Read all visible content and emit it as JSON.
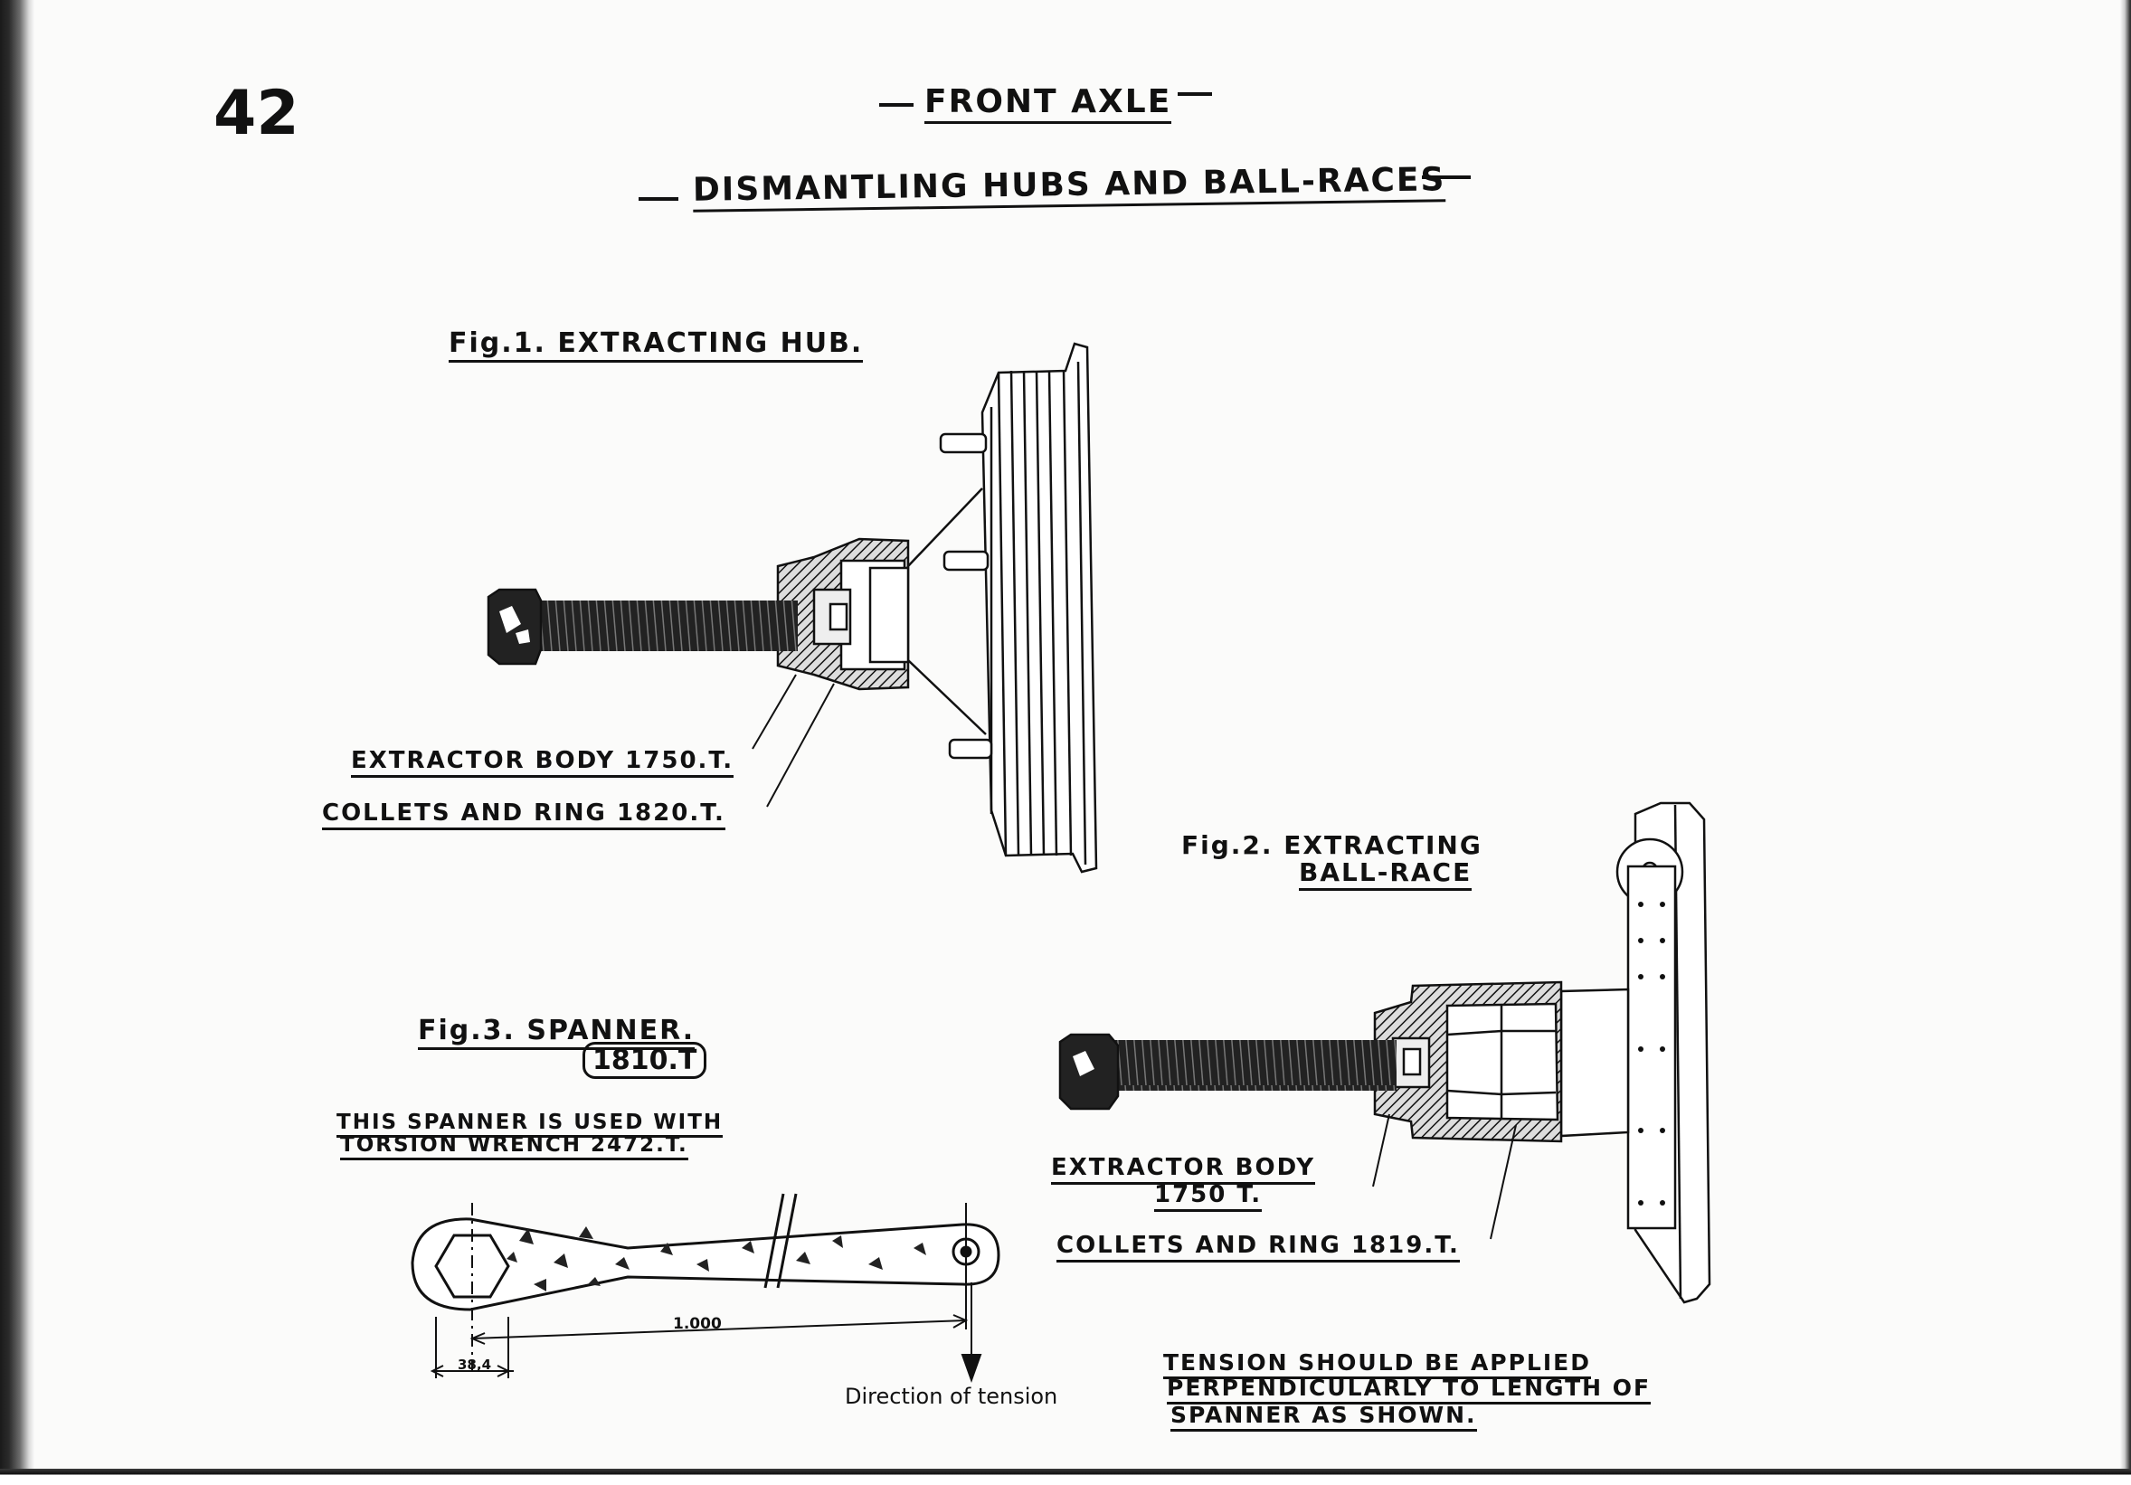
{
  "header": {
    "page_number": "42",
    "section_title": "FRONT AXLE",
    "page_title": "DISMANTLING HUBS AND BALL-RACES"
  },
  "fig1": {
    "caption": "Fig.1.  EXTRACTING  HUB.",
    "label_body": "EXTRACTOR  BODY  1750.T.",
    "label_collets": "COLLETS  AND  RING  1820.T."
  },
  "fig2": {
    "caption_line1": "Fig.2. EXTRACTING",
    "caption_line2": "BALL-RACE",
    "label_body_line1": "EXTRACTOR  BODY",
    "label_body_line2": "1750 T.",
    "label_collets": "COLLETS  AND  RING  1819.T."
  },
  "fig3": {
    "caption": "Fig.3.  SPANNER.",
    "part_number": "1810.T",
    "note_line1": "THIS  SPANNER  IS  USED  WITH",
    "note_line2": "TORSION  WRENCH  2472.T.",
    "dimension_long": "1.000",
    "dimension_short": "38,4",
    "direction_label": "Direction of tension"
  },
  "tension_note": {
    "line1": "TENSION  SHOULD  BE  APPLIED",
    "line2": "PERPENDICULARLY  TO  LENGTH  OF",
    "line3": "SPANNER  AS  SHOWN."
  }
}
